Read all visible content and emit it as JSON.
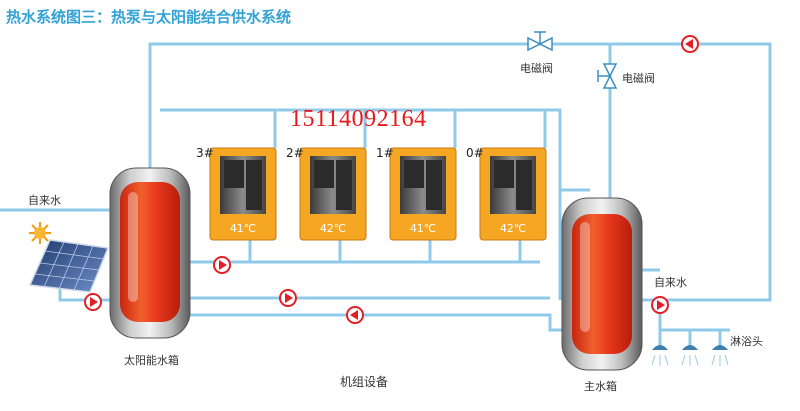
{
  "title": "热水系统图三：热泵与太阳能结合供水系统",
  "phone": "15114092164",
  "labels": {
    "tap_water_left": "自来水",
    "tap_water_right": "自来水",
    "solar_tank": "太阳能水箱",
    "main_tank": "主水箱",
    "unit_equipment": "机组设备",
    "shower": "淋浴头",
    "valve_top": "电磁阀",
    "valve_right": "电磁阀"
  },
  "units": [
    {
      "label": "3#",
      "temp": "41℃"
    },
    {
      "label": "2#",
      "temp": "42℃"
    },
    {
      "label": "1#",
      "temp": "41℃"
    },
    {
      "label": "0#",
      "temp": "42℃"
    }
  ],
  "colors": {
    "pipe": "#8fcbe8",
    "title": "#33a3d6",
    "pump": "#e21f26",
    "unit_panel": "#f5a623",
    "tank_red": "#e83a1e",
    "phone": "#e8191b"
  },
  "icons": [
    "sun-icon",
    "solar-panel-icon",
    "pump-icon",
    "valve-icon",
    "shower-icon",
    "heat-pump-icon"
  ]
}
